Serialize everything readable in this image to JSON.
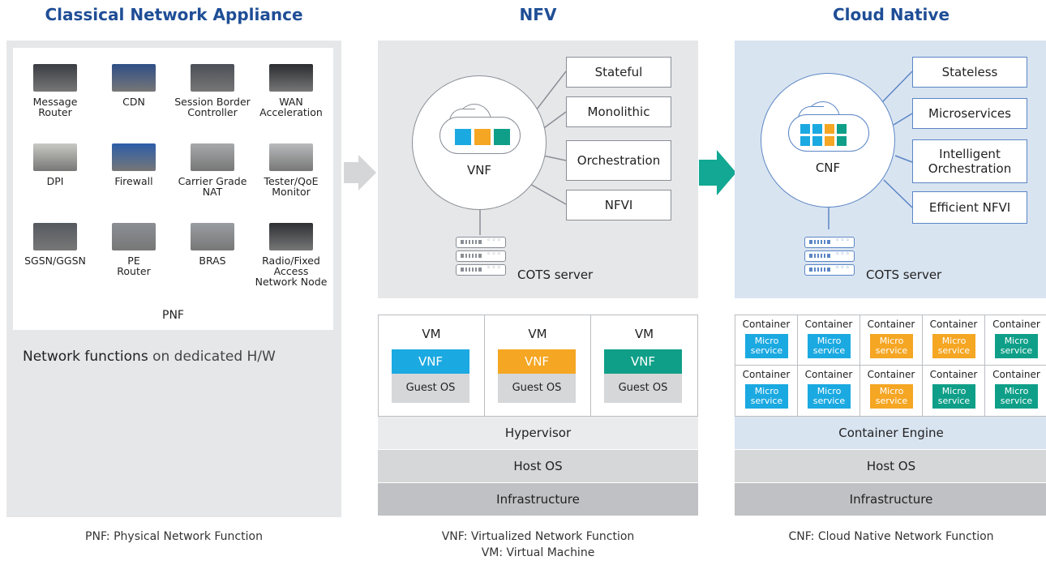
{
  "titles": {
    "classical": "Classical Network Appliance",
    "nfv": "NFV",
    "cloud_native": "Cloud Native"
  },
  "colors": {
    "title": "#1f4e96",
    "blue": "#1ba9e1",
    "orange": "#f5a623",
    "teal": "#0f9f88",
    "arrow_gray": "#d5d6d8",
    "arrow_teal": "#12a893"
  },
  "classical": {
    "devices": [
      {
        "label": "Message\nRouter",
        "icon": "message-router-icon"
      },
      {
        "label": "CDN",
        "icon": "cdn-icon"
      },
      {
        "label": "Session Border\nController",
        "icon": "session-border-controller-icon"
      },
      {
        "label": "WAN\nAcceleration",
        "icon": "wan-acceleration-icon"
      },
      {
        "label": "DPI",
        "icon": "dpi-icon"
      },
      {
        "label": "Firewall",
        "icon": "firewall-icon"
      },
      {
        "label": "Carrier Grade\nNAT",
        "icon": "carrier-grade-nat-icon"
      },
      {
        "label": "Tester/QoE\nMonitor",
        "icon": "tester-qoe-monitor-icon"
      },
      {
        "label": "SGSN/GGSN",
        "icon": "sgsn-ggsn-icon"
      },
      {
        "label": "PE\nRouter",
        "icon": "pe-router-icon"
      },
      {
        "label": "BRAS",
        "icon": "bras-icon"
      },
      {
        "label": "Radio/Fixed Access\nNetwork Node",
        "icon": "radio-fixed-access-node-icon"
      }
    ],
    "pnf_label": "PNF",
    "caption_bold": "Network functions",
    "caption_rest": " on dedicated H/W"
  },
  "nfv": {
    "circle_label": "VNF",
    "features": [
      "Stateful",
      "Monolithic",
      "Orchestration",
      "NFVI"
    ],
    "server_label": "COTS server",
    "vms": [
      {
        "title": "VM",
        "vnf": "VNF",
        "os": "Guest OS",
        "color": "#1ba9e1"
      },
      {
        "title": "VM",
        "vnf": "VNF",
        "os": "Guest OS",
        "color": "#f5a623"
      },
      {
        "title": "VM",
        "vnf": "VNF",
        "os": "Guest OS",
        "color": "#0f9f88"
      }
    ],
    "layers": [
      "Hypervisor",
      "Host OS",
      "Infrastructure"
    ]
  },
  "cloud_native": {
    "circle_label": "CNF",
    "features": [
      "Stateless",
      "Microservices",
      "Intelligent\nOrchestration",
      "Efficient NFVI"
    ],
    "server_label": "COTS server",
    "containers": [
      {
        "title": "Container",
        "ms": "Micro\nservice",
        "color": "#1ba9e1"
      },
      {
        "title": "Container",
        "ms": "Micro\nservice",
        "color": "#1ba9e1"
      },
      {
        "title": "Container",
        "ms": "Micro\nservice",
        "color": "#f5a623"
      },
      {
        "title": "Container",
        "ms": "Micro\nservice",
        "color": "#f5a623"
      },
      {
        "title": "Container",
        "ms": "Micro\nservice",
        "color": "#0f9f88"
      },
      {
        "title": "Container",
        "ms": "Micro\nservice",
        "color": "#1ba9e1"
      },
      {
        "title": "Container",
        "ms": "Micro\nservice",
        "color": "#1ba9e1"
      },
      {
        "title": "Container",
        "ms": "Micro\nservice",
        "color": "#f5a623"
      },
      {
        "title": "Container",
        "ms": "Micro\nservice",
        "color": "#0f9f88"
      },
      {
        "title": "Container",
        "ms": "Micro\nservice",
        "color": "#0f9f88"
      }
    ],
    "layers": [
      "Container Engine",
      "Host OS",
      "Infrastructure"
    ]
  },
  "footnotes": {
    "classical": "PNF: Physical Network Function",
    "nfv_1": "VNF: Virtualized Network Function",
    "nfv_2": "VM: Virtual Machine",
    "cloud_native": "CNF: Cloud Native Network Function"
  }
}
